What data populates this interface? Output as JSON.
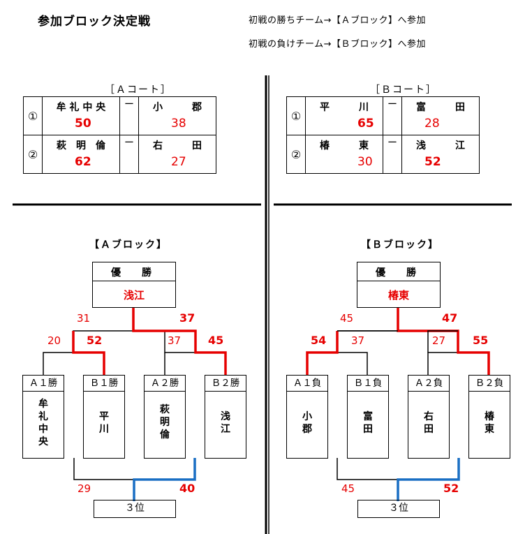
{
  "header": {
    "title": "参加ブロック決定戦",
    "note1": "初戦の勝ちチーム→【Ａブロック】へ参加",
    "note2": "初戦の負けチーム→【Ｂブロック】へ参加"
  },
  "courts": {
    "a": {
      "label": "［Ａコート］",
      "matches": [
        {
          "no": "①",
          "team1": "牟 礼 中 央",
          "score1": "50",
          "dash": "ー",
          "team2": "小　　　郡",
          "score2": "38"
        },
        {
          "no": "②",
          "team1": "萩　明　倫",
          "score1": "62",
          "dash": "ー",
          "team2": "右　　　田",
          "score2": "27"
        }
      ]
    },
    "b": {
      "label": "［Ｂコート］",
      "matches": [
        {
          "no": "①",
          "team1": "平　　　川",
          "score1": "65",
          "dash": "ー",
          "team2": "富　　　田",
          "score2": "28"
        },
        {
          "no": "②",
          "team1": "椿　　　東",
          "score1": "30",
          "dash": "ー",
          "team2": "浅　　　江",
          "score2": "52"
        }
      ]
    }
  },
  "blocks": {
    "a": {
      "title": "【Ａブロック】",
      "champion_label": "優　勝",
      "champion": "浅江",
      "final": {
        "left": "31",
        "right": "37"
      },
      "semi_left": {
        "left": "20",
        "right": "52"
      },
      "semi_right": {
        "left": "37",
        "right": "45"
      },
      "slots": [
        {
          "head": "Ａ１勝",
          "name": "牟\n礼\n中\n央"
        },
        {
          "head": "Ｂ１勝",
          "name": "平\n川"
        },
        {
          "head": "Ａ２勝",
          "name": "萩\n明\n倫"
        },
        {
          "head": "Ｂ２勝",
          "name": "浅\n江"
        }
      ],
      "third": {
        "left": "29",
        "right": "40",
        "label": "３位"
      }
    },
    "b": {
      "title": "【Ｂブロック】",
      "champion_label": "優　勝",
      "champion": "椿東",
      "final": {
        "left": "45",
        "right": "47"
      },
      "semi_left": {
        "left": "54",
        "right": "37"
      },
      "semi_right": {
        "left": "27",
        "right": "55"
      },
      "slots": [
        {
          "head": "Ａ１負",
          "name": "小\n郡"
        },
        {
          "head": "Ｂ１負",
          "name": "富\n田"
        },
        {
          "head": "Ａ２負",
          "name": "右\n田"
        },
        {
          "head": "Ｂ２負",
          "name": "椿\n東"
        }
      ],
      "third": {
        "left": "45",
        "right": "52",
        "label": "３位"
      }
    }
  },
  "colors": {
    "win": "#e60000",
    "third_path": "#1a6fc4",
    "line": "#000000"
  }
}
